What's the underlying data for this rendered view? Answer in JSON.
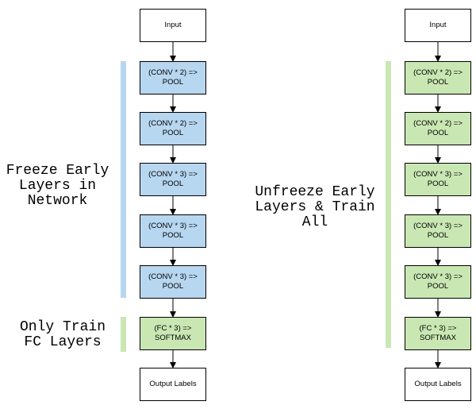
{
  "left_stack": {
    "input": "Input",
    "layers": [
      "(CONV * 2) =>\nPOOL",
      "(CONV * 2) =>\nPOOL",
      "(CONV * 3) =>\nPOOL",
      "(CONV * 3) =>\nPOOL",
      "(CONV * 3) =>\nPOOL"
    ],
    "fc": "(FC * 3) =>\nSOFTMAX",
    "output": "Output Labels"
  },
  "right_stack": {
    "input": "Input",
    "layers": [
      "(CONV * 2) =>\nPOOL",
      "(CONV * 2) =>\nPOOL",
      "(CONV * 3) =>\nPOOL",
      "(CONV * 3) =>\nPOOL",
      "(CONV * 3) =>\nPOOL"
    ],
    "fc": "(FC * 3) =>\nSOFTMAX",
    "output": "Output Labels"
  },
  "annotations": {
    "freeze": "Freeze Early\nLayers in\nNetwork",
    "only_train": "Only Train\nFC Layers",
    "unfreeze": "Unfreeze Early\nLayers & Train\nAll"
  },
  "colors": {
    "frozen": "#b7d6f0",
    "trainable": "#c9e7b3"
  }
}
